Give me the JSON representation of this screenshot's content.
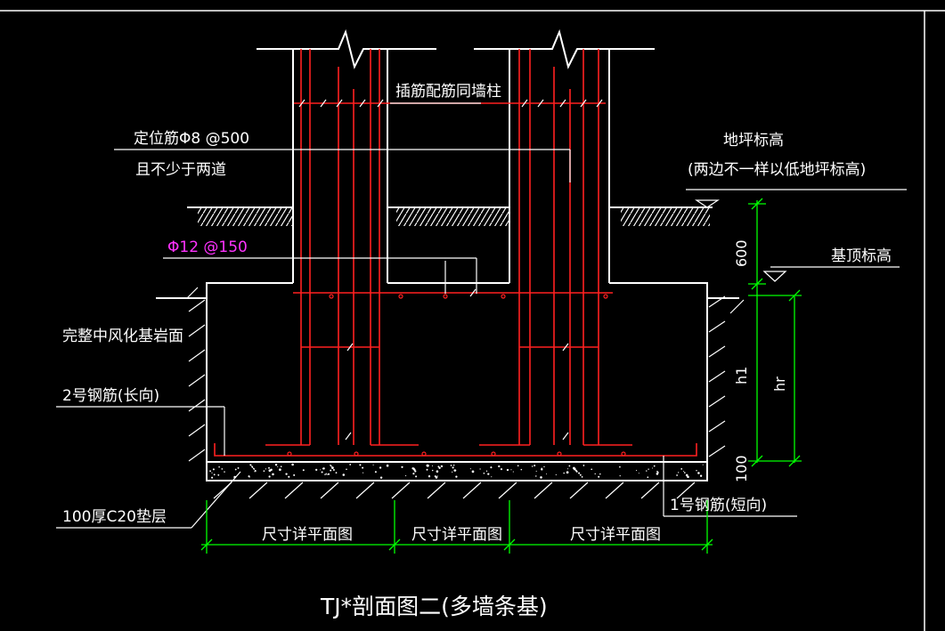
{
  "colors": {
    "background": "#000000",
    "outline": "#ffffff",
    "rebar": "#ff2020",
    "dimension": "#00ff00",
    "annotation_magenta": "#ff33ff"
  },
  "labels": {
    "dowel_note": "插筋配筋同墙柱",
    "locating_bar_1": "定位筋Φ8 @500",
    "locating_bar_2": "且不少于两道",
    "floor_elev_1": "地坪标高",
    "floor_elev_2": "(两边不一样以低地坪标高)",
    "bar_phi12": "Φ12 @150",
    "base_top_elev": "基顶标高",
    "bedrock": "完整中风化基岩面",
    "bar_no2": "2号钢筋(长向)",
    "bar_no1": "1号钢筋(短向)",
    "cushion": "100厚C20垫层"
  },
  "dimensions": {
    "d600": "600",
    "h1": "h1",
    "hr": "hr",
    "d100": "100",
    "plan_ref_1": "尺寸详平面图",
    "plan_ref_2": "尺寸详平面图",
    "plan_ref_3": "尺寸详平面图"
  },
  "title": "TJ*剖面图二(多墙条基)"
}
